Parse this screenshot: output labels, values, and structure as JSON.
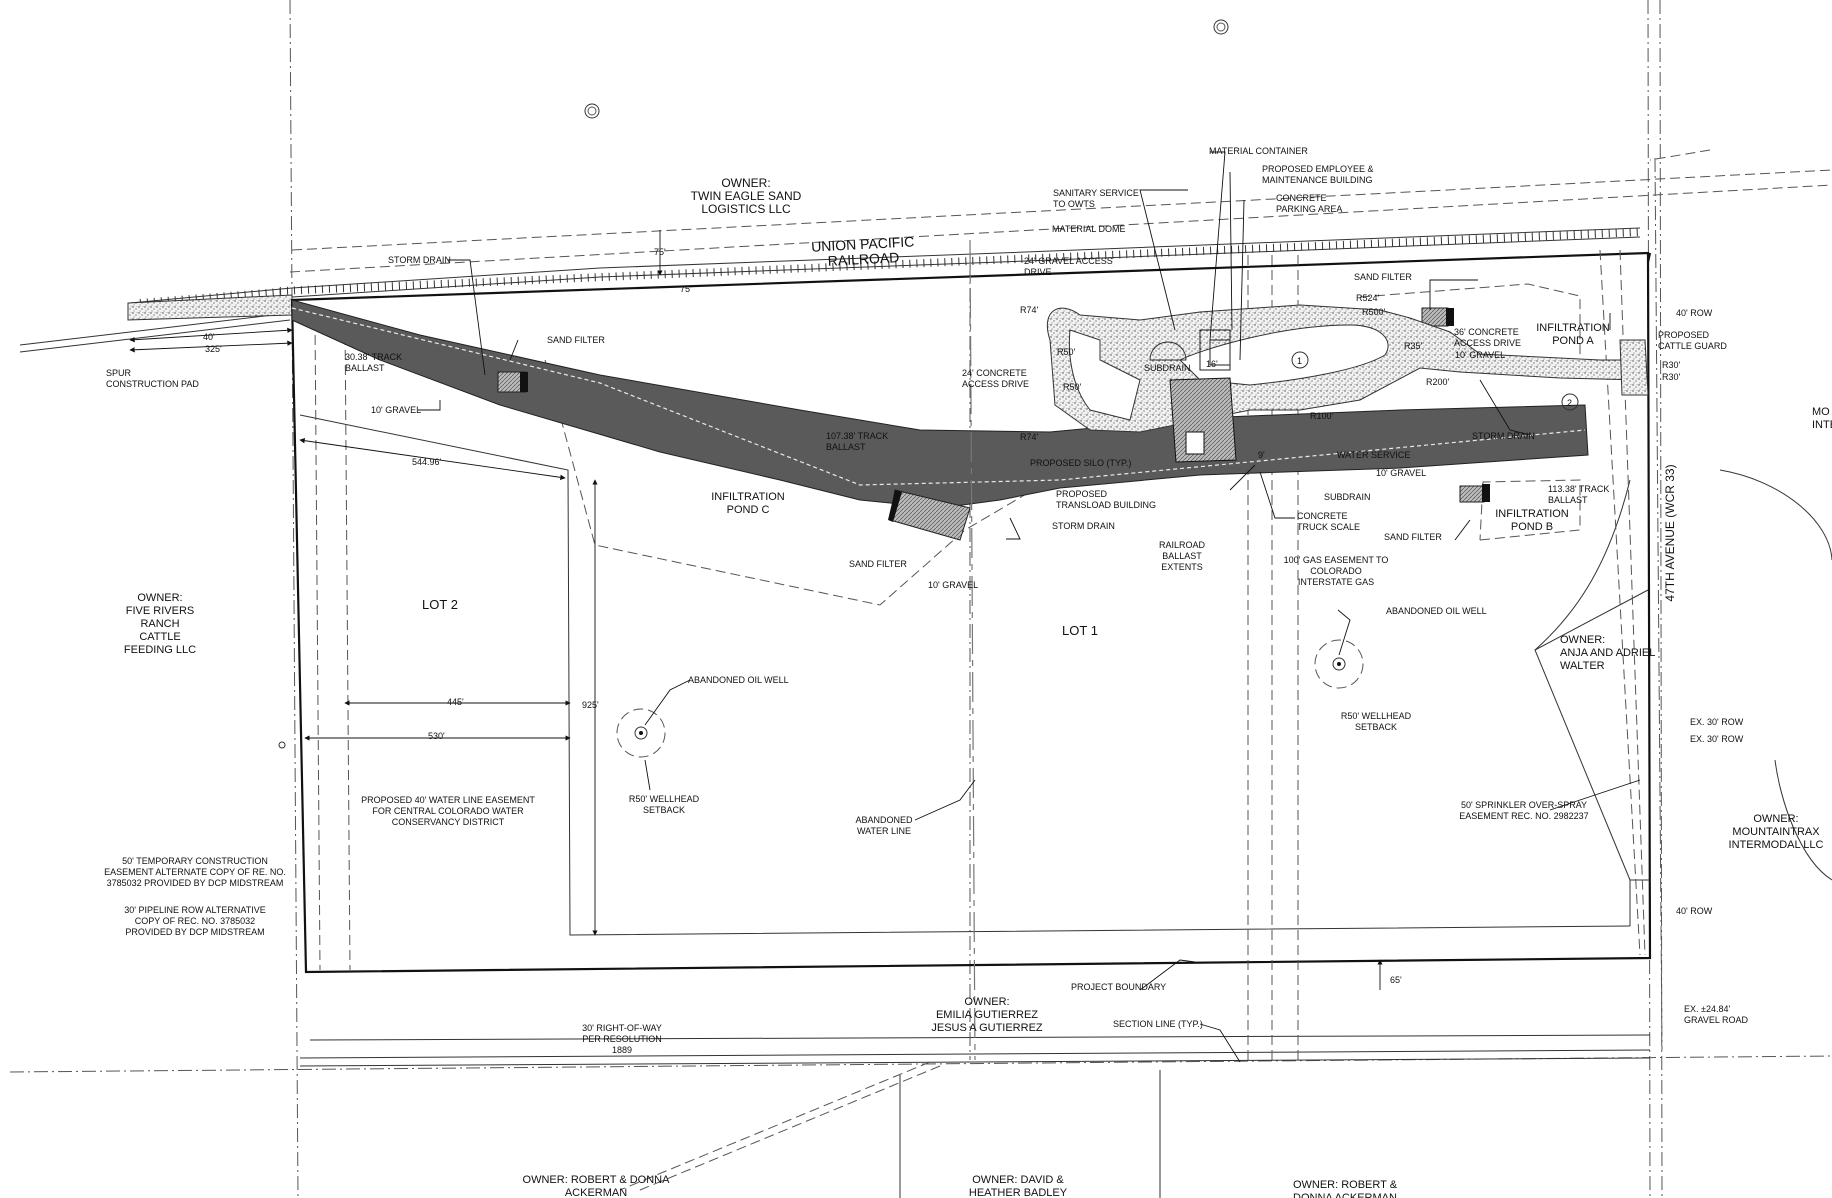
{
  "labels": {
    "owner_twin_eagle": "OWNER:\nTWIN EAGLE SAND\nLOGISTICS LLC",
    "railroad": "UNION PACIFIC\nRAILROAD",
    "owner_five_rivers": "OWNER:\nFIVE RIVERS\nRANCH\nCATTLE\nFEEDING LLC",
    "owner_walter": "OWNER:\nANJA AND ADRIEL\nWALTER",
    "owner_mountaintrax": "OWNER:\nMOUNTAINTRAX\nINTERMODAL LLC",
    "owner_gutierrez": "OWNER:\nEMILIA GUTIERREZ\nJESUS A GUTIERREZ",
    "owner_ackerman_left": "OWNER: ROBERT & DONNA\nACKERMAN",
    "owner_badley": "OWNER: DAVID &\nHEATHER BADLEY",
    "owner_ackerman_right": "OWNER: ROBERT &\nDONNA ACKERMAN",
    "owner_mo_partial": "MO\nINTE",
    "avenue": "47TH AVENUE (WCR 33)",
    "lot1": "LOT 1",
    "lot2": "LOT 2",
    "pond_a": "INFILTRATION\nPOND A",
    "pond_b": "INFILTRATION\nPOND B",
    "pond_c": "INFILTRATION\nPOND C",
    "storm_drain": "STORM DRAIN",
    "sand_filter": "SAND FILTER",
    "gravel_10": "10' GRAVEL",
    "spur_pad": "SPUR\nCONSTRUCTION PAD",
    "track_ballast_30": "30.38' TRACK\nBALLAST",
    "track_ballast_107": "107.38' TRACK\nBALLAST",
    "track_ballast_113": "113.38' TRACK\nBALLAST",
    "material_container": "MATERIAL CONTAINER",
    "employee_building": "PROPOSED EMPLOYEE &\nMAINTENANCE BUILDING",
    "sanitary": "SANITARY SERVICE\nTO OWTS",
    "concrete_parking": "CONCRETE\nPARKING AREA",
    "material_dome": "MATERIAL DOME",
    "gravel_access": "24' GRAVEL ACCESS\nDRIVE",
    "concrete_access_24": "24' CONCRETE\nACCESS DRIVE",
    "concrete_access_36": "36' CONCRETE\nACCESS DRIVE",
    "subdrain": "SUBDRAIN",
    "proposed_silo": "PROPOSED SILO (TYP.)",
    "transload": "PROPOSED\nTRANSLOAD BUILDING",
    "water_service": "WATER SERVICE",
    "concrete_truck_scale": "CONCRETE\nTRUCK SCALE",
    "railroad_ballast": "RAILROAD\nBALLAST\nEXTENTS",
    "gas_easement": "100' GAS EASEMENT TO\nCOLORADO\nINTERSTATE GAS",
    "abandoned_well": "ABANDONED OIL WELL",
    "wellhead_setback": "R50' WELLHEAD\nSETBACK",
    "abandoned_water_line": "ABANDONED\nWATER LINE",
    "water_line_easement": "PROPOSED 40' WATER LINE EASEMENT\nFOR CENTRAL COLORADO WATER\nCONSERVANCY DISTRICT",
    "temp_construction": "50' TEMPORARY CONSTRUCTION\nEASEMENT ALTERNATE COPY OF RE. NO.\n3785032 PROVIDED BY DCP MIDSTREAM",
    "pipeline_row": "30' PIPELINE ROW ALTERNATIVE\nCOPY OF REC. NO. 3785032\nPROVIDED BY DCP MIDSTREAM",
    "sprinkler": "50' SPRINKLER OVER-SPRAY\nEASEMENT REC. NO. 2982237",
    "project_boundary": "PROJECT BOUNDARY",
    "section_line": "SECTION LINE (TYP.)",
    "row_30_resolution": "30' RIGHT-OF-WAY\nPER RESOLUTION\n1889",
    "row_40": "40' ROW",
    "ex_row_30": "EX. 30' ROW",
    "cattle_guard": "PROPOSED\nCATTLE GUARD",
    "gravel_road": "EX. ±24.84'\nGRAVEL ROAD"
  },
  "dimensions": {
    "d75a": "75'",
    "d75b": "75'",
    "d40": "40'",
    "d325": "325'",
    "d544": "544.96'",
    "d445": "445'",
    "d530": "530'",
    "d925": "925'",
    "d65": "65'",
    "r74a": "R74'",
    "r74b": "R74'",
    "r50a": "R50'",
    "r50b": "R50'",
    "r524": "R524'",
    "r500": "R500'",
    "r35": "R35'",
    "r200": "R200'",
    "r100": "R100'",
    "r30a": "R30'",
    "r30b": "R30'",
    "d16": "16'",
    "d9": "9'"
  },
  "markers": {
    "m1": "1",
    "m2": "2"
  },
  "colors": {
    "ballast": "#5a5a5a",
    "linework": "#111111",
    "background": "#ffffff"
  }
}
